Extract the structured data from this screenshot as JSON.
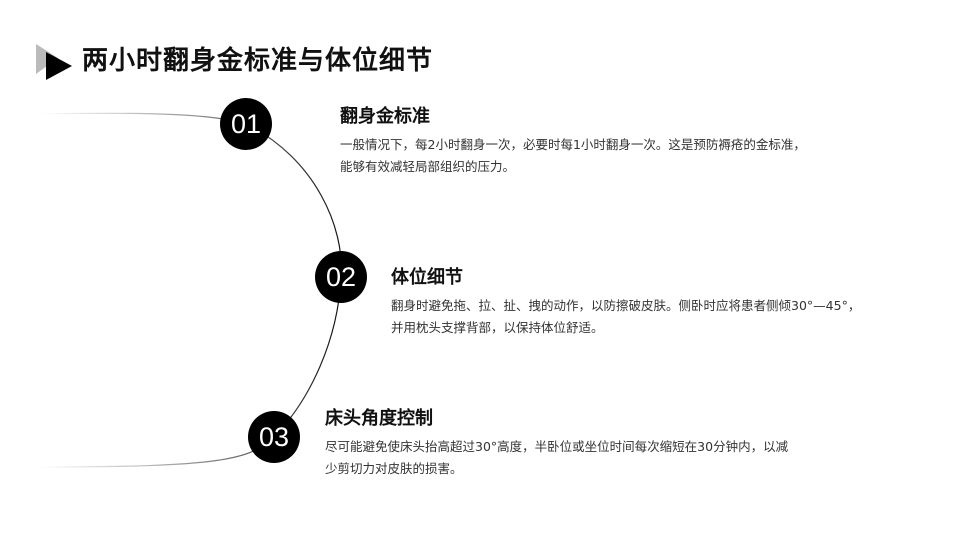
{
  "title": "两小时翻身金标准与体位细节",
  "items": [
    {
      "num": "01",
      "heading": "翻身金标准",
      "line1": "一般情况下，每2小时翻身一次，必要时每1小时翻身一次。这是预防褥疮的金标准，",
      "line2": "能够有效减轻局部组织的压力。"
    },
    {
      "num": "02",
      "heading": "体位细节",
      "line1": "翻身时避免拖、拉、扯、拽的动作，以防擦破皮肤。侧卧时应将患者侧倾30°—45°，",
      "line2": "并用枕头支撑背部，以保持体位舒适。"
    },
    {
      "num": "03",
      "heading": "床头角度控制",
      "line1": "尽可能避免使床头抬高超过30°高度，半卧位或坐位时间每次缩短在30分钟内，以减",
      "line2": "少剪切力对皮肤的损害。"
    }
  ]
}
